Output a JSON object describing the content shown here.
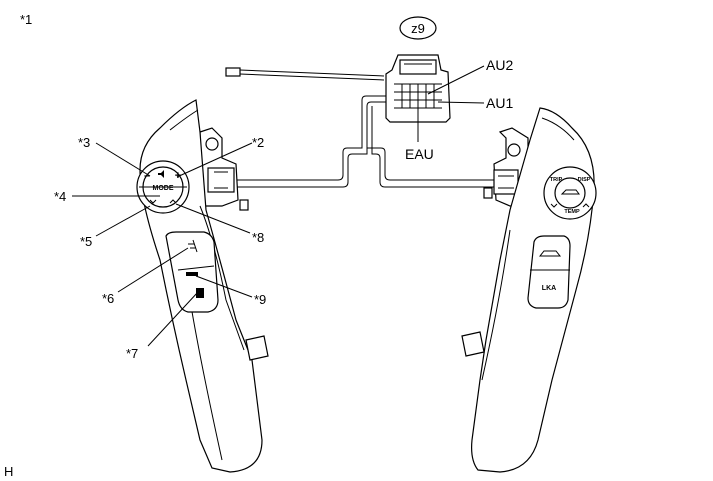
{
  "labels": {
    "ref1": "*1",
    "ref2": "*2",
    "ref3": "*3",
    "ref4": "*4",
    "ref5": "*5",
    "ref6": "*6",
    "ref7": "*7",
    "ref8": "*8",
    "ref9": "*9",
    "connector_id": "z9",
    "au2": "AU2",
    "au1": "AU1",
    "eau": "EAU",
    "corner": "H"
  },
  "switch_text": {
    "mode": "MODE",
    "minus": "–",
    "plus": "+",
    "trip": "TRIP",
    "disp": "DISP",
    "temp": "TEMP",
    "lka": "LKA"
  }
}
